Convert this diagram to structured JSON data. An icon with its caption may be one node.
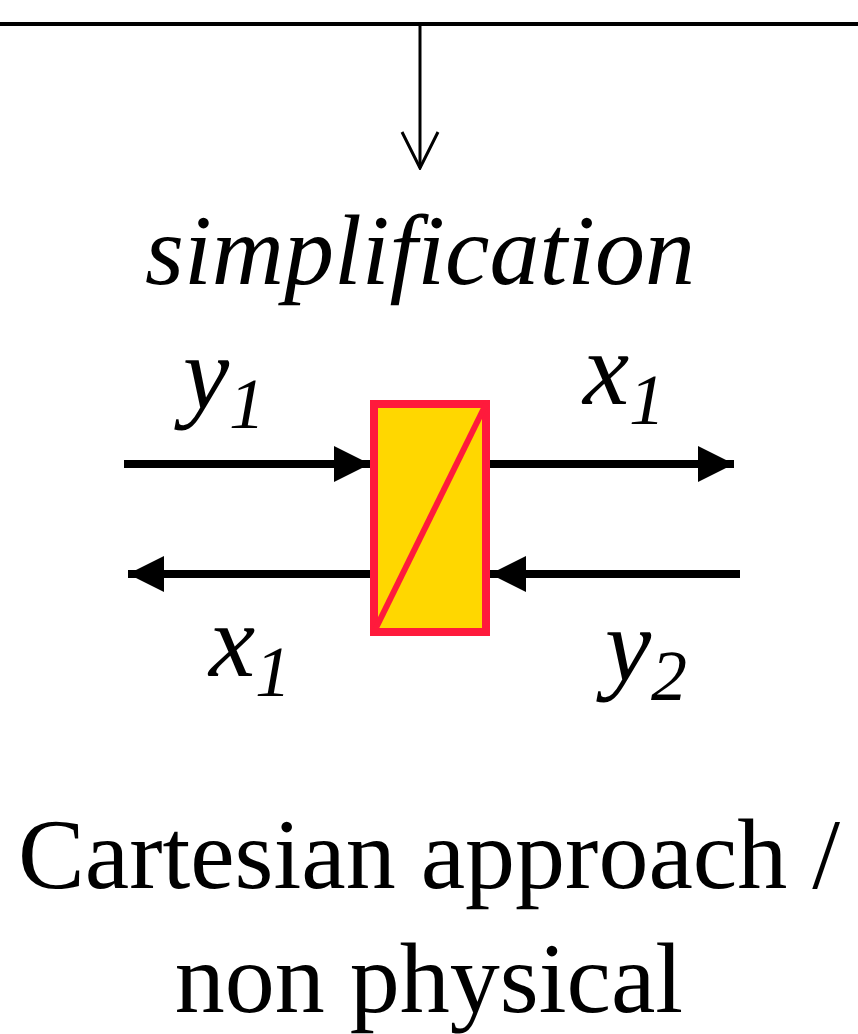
{
  "diagram": {
    "nodes": [
      {
        "text": [
          "simplification"
        ]
      },
      {
        "text": [],
        "shape": "box"
      }
    ],
    "edges": [
      {
        "from": null,
        "to": 0,
        "arrow": "to"
      },
      {
        "from": null,
        "to": 1,
        "arrow": "to",
        "label": "y$_{1}$"
      },
      {
        "from": 1,
        "to": null,
        "arrow": "to",
        "label": "x$_{1}$"
      },
      {
        "from": 1,
        "to": null,
        "arrow": "to",
        "label": "x$_{1}$"
      },
      {
        "from": null,
        "to": 1,
        "arrow": "to",
        "label": "y$_{2}$"
      }
    ],
    "caption": "Cartesian approach / non physical"
  }
}
